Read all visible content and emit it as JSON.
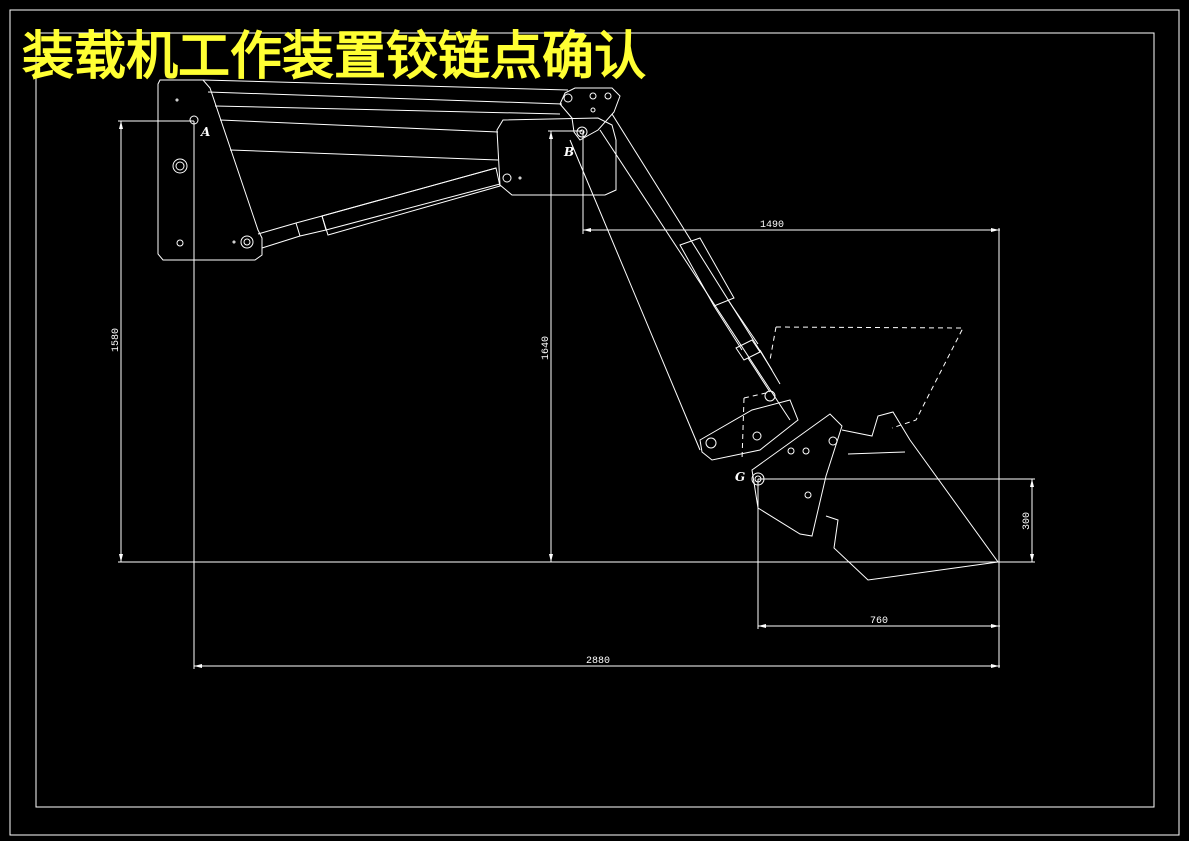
{
  "title": "装载机工作装置铰链点确认",
  "colors": {
    "background": "#000000",
    "title": "#ffff33",
    "lines": "#ffffff"
  },
  "points": {
    "a": "A",
    "b": "B",
    "g": "G"
  },
  "dimensions": {
    "d_1490": "1490",
    "d_1580": "1580",
    "d_1640": "1640",
    "d_300": "300",
    "d_760": "760",
    "d_2880": "2880"
  }
}
